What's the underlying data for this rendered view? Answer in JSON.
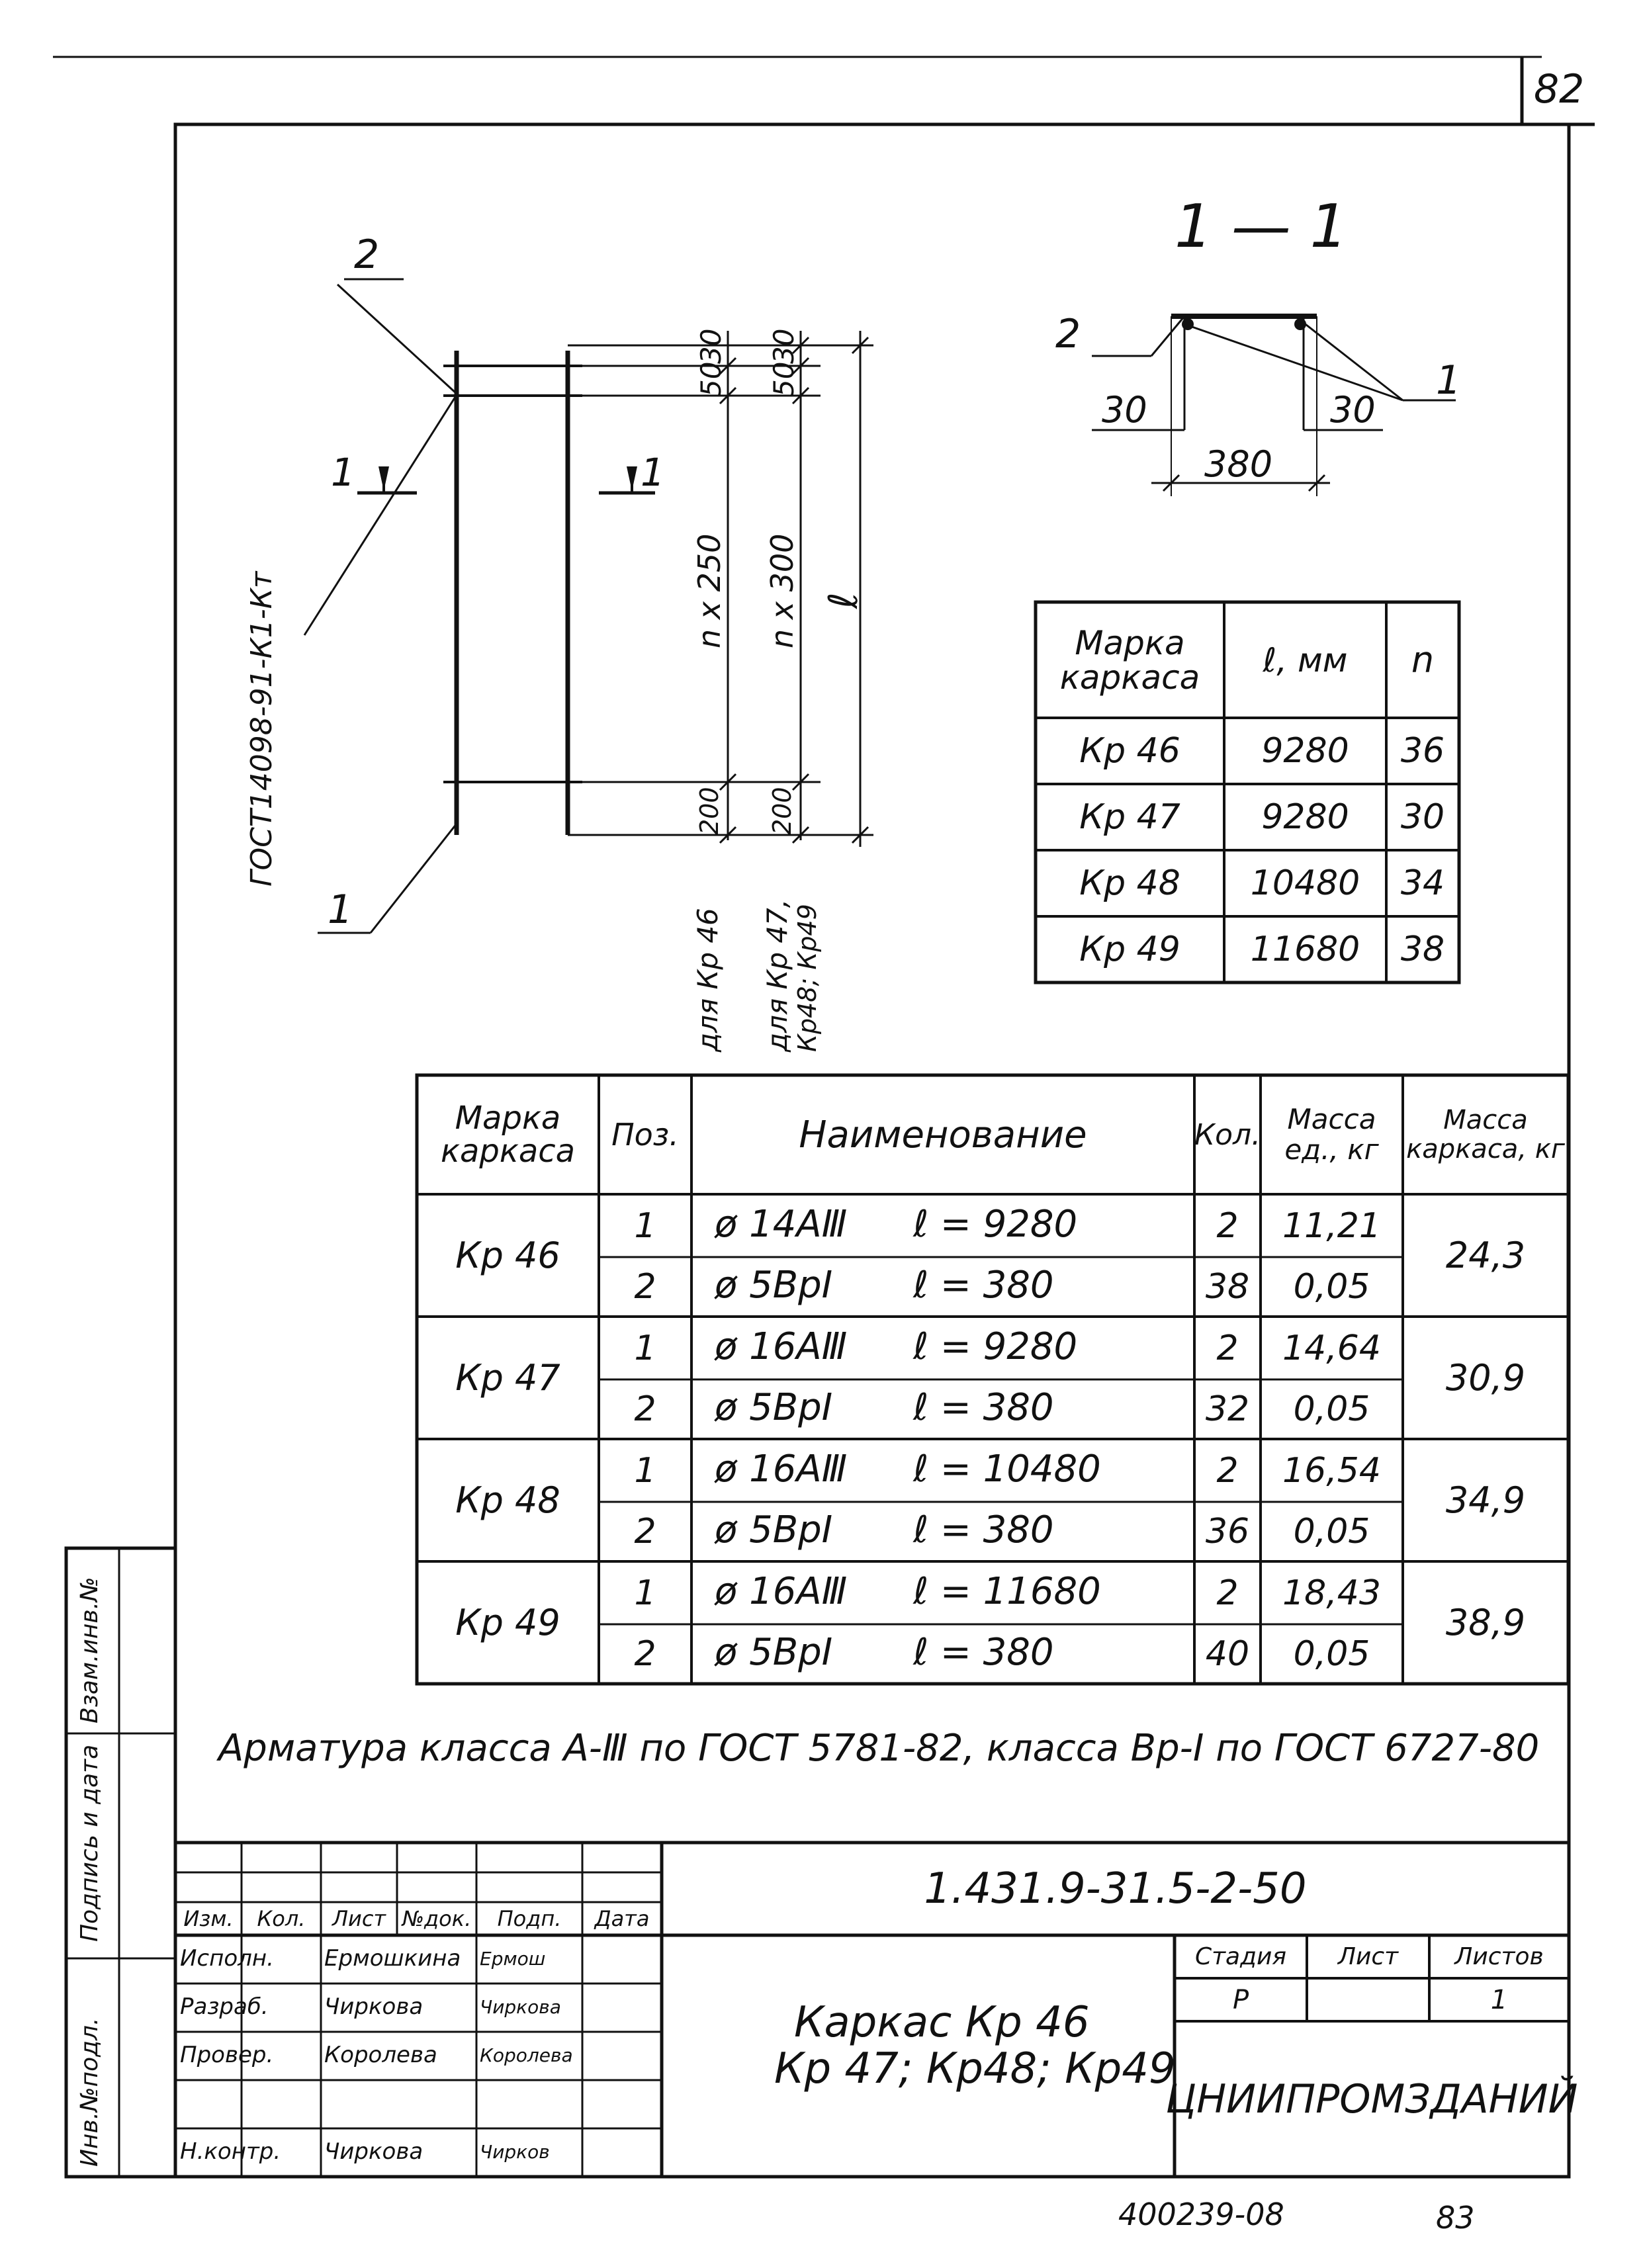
{
  "sheet_number": "82",
  "section": {
    "title": "1 — 1",
    "callout_2": "2",
    "callout_1": "1",
    "dim_left": "30",
    "dim_right": "30",
    "dim_width": "380"
  },
  "elevation": {
    "callout_top": "2",
    "callout_bottom": "1",
    "section_mark_left": "1",
    "section_mark_right": "1",
    "spec_ref": "ГОСТ14098-91-К1-Кт",
    "dim_30_a": "30",
    "dim_30_b": "30",
    "dim_50_a": "50",
    "dim_50_b": "50",
    "dim_n250": "n x 250",
    "dim_n300": "n x 300",
    "dim_l": "ℓ",
    "dim_200_a": "200",
    "dim_200_b": "200",
    "note_kr46": "для Кр 46",
    "note_kr47_a": "для Кр 47,",
    "note_kr47_b": "Кр48; Кр49"
  },
  "marks_table": {
    "headers": [
      "Марка каркаса",
      "ℓ, мм",
      "n"
    ],
    "rows": [
      [
        "Кр 46",
        "9280",
        "36"
      ],
      [
        "Кр 47",
        "9280",
        "30"
      ],
      [
        "Кр 48",
        "10480",
        "34"
      ],
      [
        "Кр 49",
        "11680",
        "38"
      ]
    ]
  },
  "spec_table": {
    "headers": [
      "Марка каркаса",
      "Поз.",
      "Наименование",
      "Кол.",
      "Масса ед., кг",
      "Масса каркаса, кг"
    ],
    "groups": [
      {
        "mark": "Кр 46",
        "total": "24,3",
        "rows": [
          {
            "pos": "1",
            "bar": "ø 14AⅢ",
            "len": "ℓ = 9280",
            "qty": "2",
            "mass": "11,21"
          },
          {
            "pos": "2",
            "bar": "ø 5BpⅠ",
            "len": "ℓ = 380",
            "qty": "38",
            "mass": "0,05"
          }
        ]
      },
      {
        "mark": "Кр 47",
        "total": "30,9",
        "rows": [
          {
            "pos": "1",
            "bar": "ø 16AⅢ",
            "len": "ℓ = 9280",
            "qty": "2",
            "mass": "14,64"
          },
          {
            "pos": "2",
            "bar": "ø 5BpⅠ",
            "len": "ℓ = 380",
            "qty": "32",
            "mass": "0,05"
          }
        ]
      },
      {
        "mark": "Кр 48",
        "total": "34,9",
        "rows": [
          {
            "pos": "1",
            "bar": "ø 16AⅢ",
            "len": "ℓ = 10480",
            "qty": "2",
            "mass": "16,54"
          },
          {
            "pos": "2",
            "bar": "ø 5BpⅠ",
            "len": "ℓ = 380",
            "qty": "36",
            "mass": "0,05"
          }
        ]
      },
      {
        "mark": "Кр 49",
        "total": "38,9",
        "rows": [
          {
            "pos": "1",
            "bar": "ø 16AⅢ",
            "len": "ℓ = 11680",
            "qty": "2",
            "mass": "18,43"
          },
          {
            "pos": "2",
            "bar": "ø 5BpⅠ",
            "len": "ℓ = 380",
            "qty": "40",
            "mass": "0,05"
          }
        ]
      }
    ]
  },
  "note": "Арматура класса А-Ⅲ по ГОСТ 5781-82, класса Вр-Ⅰ по ГОСТ 6727-80",
  "side_stamp": [
    "Инв.№подл.",
    "Подпись и дата",
    "Взам.инв.№"
  ],
  "title_block": {
    "doc_code": "1.431.9-31.5-2-50",
    "change_headers": [
      "Изм.",
      "Кол.",
      "Лист",
      "№док.",
      "Подп.",
      "Дата"
    ],
    "people": [
      {
        "role": "Исполн.",
        "name": "Ермошкина",
        "sign": "Ермош"
      },
      {
        "role": "Разраб.",
        "name": "Чиркова",
        "sign": "Чиркова"
      },
      {
        "role": "Провер.",
        "name": "Королева",
        "sign": "Королева"
      },
      {
        "role": "",
        "name": "",
        "sign": ""
      },
      {
        "role": "Н.контр.",
        "name": "Чиркова",
        "sign": "Чирков"
      }
    ],
    "item_name_1": "Каркас   Кр 46",
    "item_name_2": "Кр 47; Кр48; Кр49",
    "stage_label": "Стадия",
    "sheet_label": "Лист",
    "sheets_label": "Листов",
    "stage_value": "Р",
    "sheet_value": "",
    "sheets_value": "1",
    "organization": "ЦНИИПРОМЗДАНИЙ"
  },
  "footer_code": "400239-08",
  "footer_page": "83"
}
